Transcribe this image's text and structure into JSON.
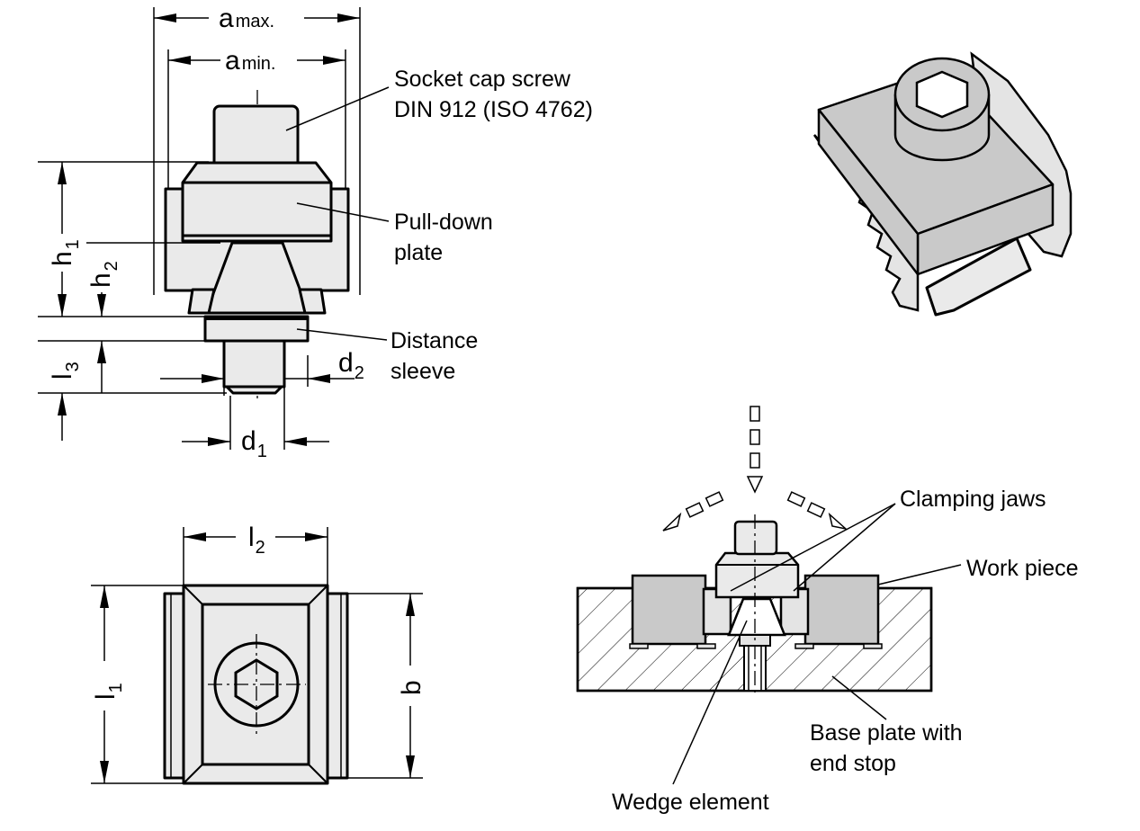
{
  "labels": {
    "socket_cap_screw_line1": "Socket cap screw",
    "socket_cap_screw_line2": "DIN 912 (ISO 4762)",
    "pull_down_line1": "Pull-down",
    "pull_down_line2": "plate",
    "distance_line1": "Distance",
    "distance_line2": "sleeve",
    "clamping_jaws": "Clamping jaws",
    "work_piece": "Work piece",
    "base_plate_line1": "Base plate with",
    "base_plate_line2": "end stop",
    "wedge_element": "Wedge element"
  },
  "dimensions": {
    "a_max": {
      "main": "a",
      "sub": "max."
    },
    "a_min": {
      "main": "a",
      "sub": "min."
    },
    "h1": {
      "main": "h",
      "sub": "1"
    },
    "h2": {
      "main": "h",
      "sub": "2"
    },
    "l3": {
      "main": "l",
      "sub": "3"
    },
    "d2": {
      "main": "d",
      "sub": "2"
    },
    "d1": {
      "main": "d",
      "sub": "1"
    },
    "l2": {
      "main": "l",
      "sub": "2"
    },
    "l1": {
      "main": "l",
      "sub": "1"
    },
    "b": {
      "main": "b",
      "sub": ""
    }
  },
  "colors": {
    "line": "#000000",
    "part_fill": "#eaeaea",
    "shaded_fill": "#c9c9c9",
    "background": "#ffffff"
  }
}
